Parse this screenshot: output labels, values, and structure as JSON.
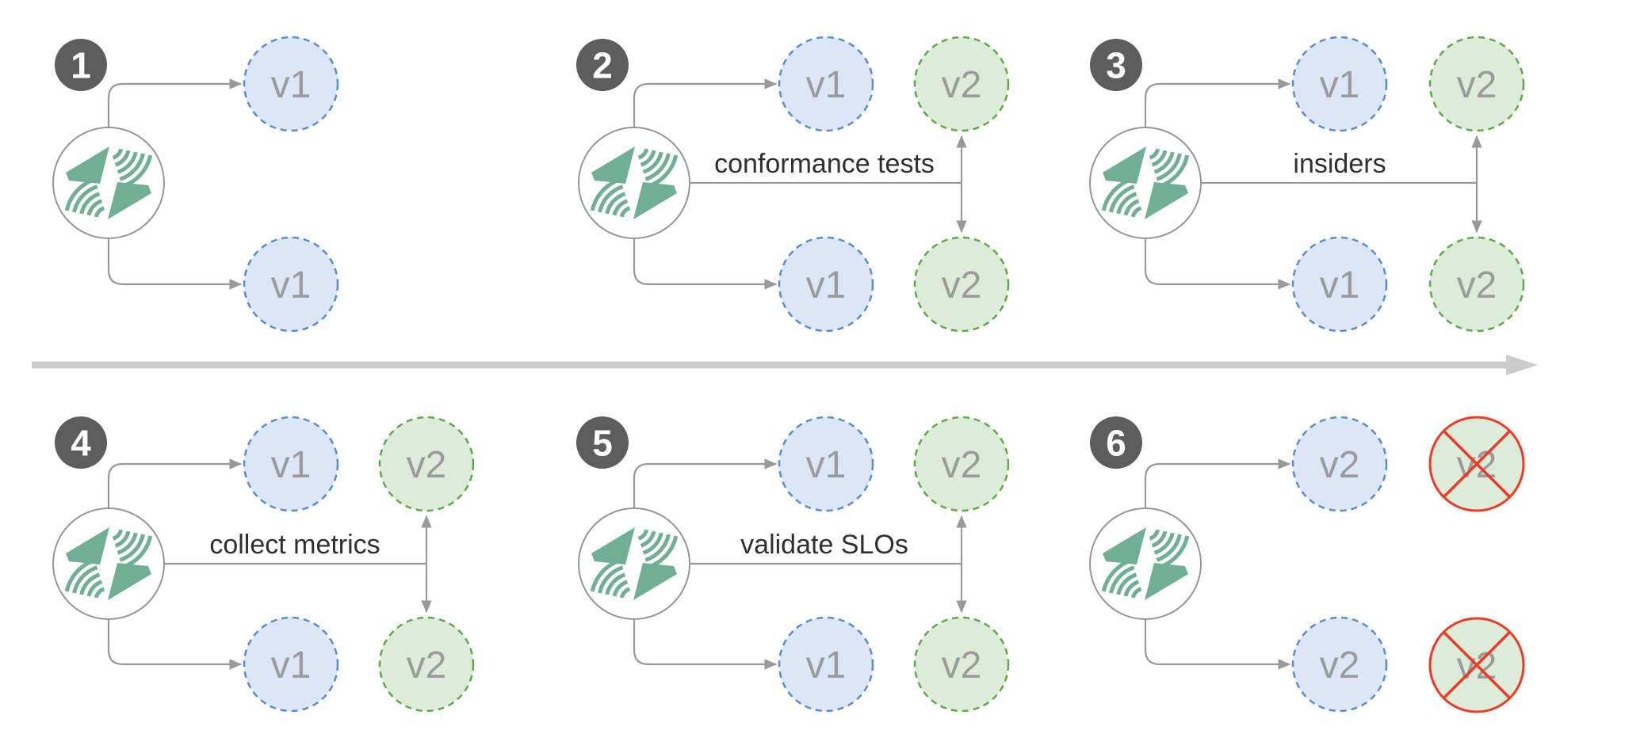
{
  "diagram_title": "canary-rollout-steps",
  "colors": {
    "node_blue_fill": "#dbe7f7",
    "node_blue_border": "#5c8ccd",
    "node_green_fill": "#ddecd8",
    "node_green_border": "#62a74c",
    "decommission_red": "#ee3a26",
    "node_text_gray": "#9b9b9b",
    "stage_label_dark": "#2f2f2f",
    "badge_gray": "#5d5d5d",
    "connector_gray": "#999999",
    "logo_green": "#71af94",
    "timeline_gray": "#cbcbcb"
  },
  "panels": [
    {
      "step": "1",
      "stage_label": "",
      "columns": [
        {
          "kind": "v1-blue",
          "top": "v1",
          "bottom": "v1"
        }
      ]
    },
    {
      "step": "2",
      "stage_label": "conformance tests",
      "columns": [
        {
          "kind": "v1-blue",
          "top": "v1",
          "bottom": "v1"
        },
        {
          "kind": "v2-green",
          "top": "v2",
          "bottom": "v2"
        }
      ]
    },
    {
      "step": "3",
      "stage_label": "insiders",
      "columns": [
        {
          "kind": "v1-blue",
          "top": "v1",
          "bottom": "v1"
        },
        {
          "kind": "v2-green",
          "top": "v2",
          "bottom": "v2"
        }
      ]
    },
    {
      "step": "4",
      "stage_label": "collect metrics",
      "columns": [
        {
          "kind": "v1-blue",
          "top": "v1",
          "bottom": "v1"
        },
        {
          "kind": "v2-green",
          "top": "v2",
          "bottom": "v2"
        }
      ]
    },
    {
      "step": "5",
      "stage_label": "validate SLOs",
      "columns": [
        {
          "kind": "v1-blue",
          "top": "v1",
          "bottom": "v1"
        },
        {
          "kind": "v2-green",
          "top": "v2",
          "bottom": "v2"
        }
      ]
    },
    {
      "step": "6",
      "stage_label": "",
      "columns": [
        {
          "kind": "v2-blue",
          "top": "v2",
          "bottom": "v2"
        },
        {
          "kind": "v2-decommissioned",
          "top": "v2",
          "bottom": "v2"
        }
      ]
    }
  ]
}
